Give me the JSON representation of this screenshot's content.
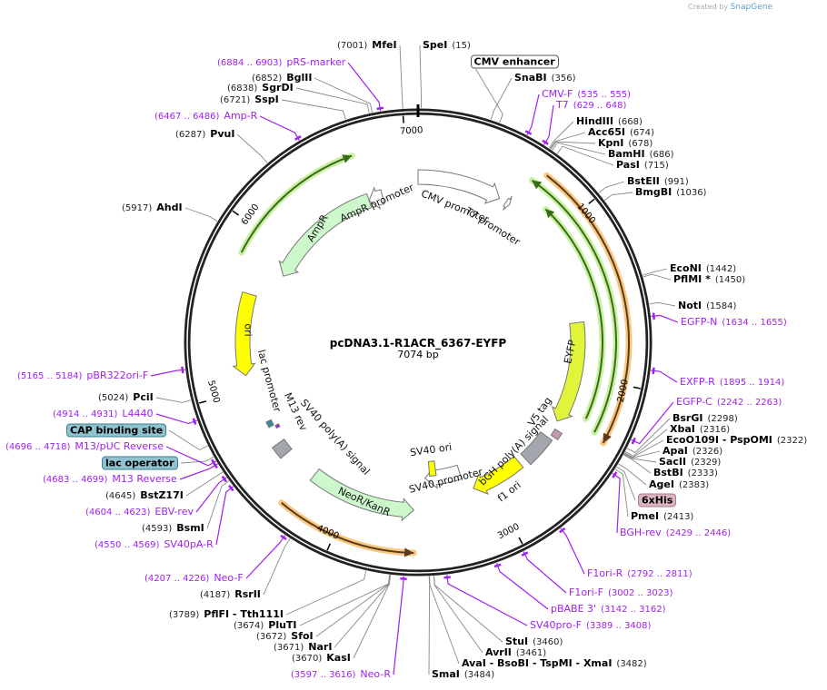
{
  "credit": {
    "prefix": "Created by",
    "brand": "SnapGene"
  },
  "plasmid": {
    "name": "pcDNA3.1-R1ACR_6367-EYFP",
    "length_label": "7074 bp",
    "length": 7074
  },
  "colors": {
    "backbone": "#222222",
    "enzyme_line": "#888888",
    "primer": "#a020f0",
    "orange_glow": "#f8c880",
    "green_glow": "#c8f0a0"
  },
  "ticks": [
    "1000",
    "2000",
    "3000",
    "4000",
    "5000",
    "6000",
    "7000"
  ],
  "sites": [
    {
      "kind": "e",
      "name": "MfeI",
      "pos": "(7001)",
      "bp": 7001
    },
    {
      "kind": "e",
      "name": "SpeI",
      "pos": "(15)",
      "bp": 15
    },
    {
      "kind": "f",
      "name": "CMV enhancer",
      "bp": 400,
      "style": "plain"
    },
    {
      "kind": "e",
      "name": "SnaBI",
      "pos": "(356)",
      "bp": 356
    },
    {
      "kind": "p",
      "name": "CMV-F",
      "pos": "(535 .. 555)",
      "bp": 545
    },
    {
      "kind": "p",
      "name": "T7",
      "pos": "(629 .. 648)",
      "bp": 638
    },
    {
      "kind": "e",
      "name": "HindIII",
      "pos": "(668)",
      "bp": 668
    },
    {
      "kind": "e",
      "name": "Acc65I",
      "pos": "(674)",
      "bp": 674
    },
    {
      "kind": "e",
      "name": "KpnI",
      "pos": "(678)",
      "bp": 678
    },
    {
      "kind": "e",
      "name": "BamHI",
      "pos": "(686)",
      "bp": 686
    },
    {
      "kind": "e",
      "name": "PasI",
      "pos": "(715)",
      "bp": 715
    },
    {
      "kind": "e",
      "name": "BstEII",
      "pos": "(991)",
      "bp": 991
    },
    {
      "kind": "e",
      "name": "BmgBI",
      "pos": "(1036)",
      "bp": 1036
    },
    {
      "kind": "e",
      "name": "EcoNI",
      "pos": "(1442)",
      "bp": 1442
    },
    {
      "kind": "e",
      "name": "PflMI *",
      "pos": "(1450)",
      "bp": 1450
    },
    {
      "kind": "e",
      "name": "NotI",
      "pos": "(1584)",
      "bp": 1584
    },
    {
      "kind": "p",
      "name": "EGFP-N",
      "pos": "(1634 .. 1655)",
      "bp": 1644
    },
    {
      "kind": "p",
      "name": "EXFP-R",
      "pos": "(1895 .. 1914)",
      "bp": 1904
    },
    {
      "kind": "p",
      "name": "EGFP-C",
      "pos": "(2242 .. 2263)",
      "bp": 2252
    },
    {
      "kind": "e",
      "name": "BsrGI",
      "pos": "(2298)",
      "bp": 2298
    },
    {
      "kind": "e",
      "name": "XbaI",
      "pos": "(2316)",
      "bp": 2316
    },
    {
      "kind": "e",
      "name": "EcoO109I  - PspOMI",
      "pos": "(2322)",
      "bp": 2322
    },
    {
      "kind": "e",
      "name": "ApaI",
      "pos": "(2326)",
      "bp": 2326
    },
    {
      "kind": "e",
      "name": "SacII",
      "pos": "(2329)",
      "bp": 2329
    },
    {
      "kind": "e",
      "name": "BstBI",
      "pos": "(2333)",
      "bp": 2333
    },
    {
      "kind": "e",
      "name": "AgeI",
      "pos": "(2383)",
      "bp": 2383
    },
    {
      "kind": "f",
      "name": "6xHis",
      "bp": 2400,
      "style": "pink"
    },
    {
      "kind": "e",
      "name": "PmeI",
      "pos": "(2413)",
      "bp": 2413
    },
    {
      "kind": "p",
      "name": "BGH-rev",
      "pos": "(2429 .. 2446)",
      "bp": 2437
    },
    {
      "kind": "p",
      "name": "F1ori-R",
      "pos": "(2792 .. 2811)",
      "bp": 2801
    },
    {
      "kind": "p",
      "name": "F1ori-F",
      "pos": "(3002 .. 3023)",
      "bp": 3012
    },
    {
      "kind": "p",
      "name": "pBABE 3'",
      "pos": "(3142 .. 3162)",
      "bp": 3152
    },
    {
      "kind": "p",
      "name": "SV40pro-F",
      "pos": "(3389 .. 3408)",
      "bp": 3398
    },
    {
      "kind": "e",
      "name": "StuI",
      "pos": "(3460)",
      "bp": 3460
    },
    {
      "kind": "e",
      "name": "AvrII",
      "pos": "(3461)",
      "bp": 3461
    },
    {
      "kind": "e",
      "name": "AvaI  - BsoBI  - TspMI  - XmaI",
      "pos": "(3482)",
      "bp": 3482
    },
    {
      "kind": "e",
      "name": "SmaI",
      "pos": "(3484)",
      "bp": 3484
    },
    {
      "kind": "p",
      "name": "Neo-R",
      "pos": "(3597 .. 3616)",
      "bp": 3606
    },
    {
      "kind": "e",
      "name": "KasI",
      "pos": "(3670)",
      "bp": 3670
    },
    {
      "kind": "e",
      "name": "NarI",
      "pos": "(3671)",
      "bp": 3671
    },
    {
      "kind": "e",
      "name": "SfoI",
      "pos": "(3672)",
      "bp": 3672
    },
    {
      "kind": "e",
      "name": "PluTI",
      "pos": "(3674)",
      "bp": 3674
    },
    {
      "kind": "e",
      "name": "PflFI  - Tth111I",
      "pos": "(3789)",
      "bp": 3789
    },
    {
      "kind": "e",
      "name": "RsrII",
      "pos": "(4187)",
      "bp": 4187
    },
    {
      "kind": "p",
      "name": "Neo-F",
      "pos": "(4207 .. 4226)",
      "bp": 4216
    },
    {
      "kind": "p",
      "name": "SV40pA-R",
      "pos": "(4550 .. 4569)",
      "bp": 4559
    },
    {
      "kind": "e",
      "name": "BsmI",
      "pos": "(4593)",
      "bp": 4593
    },
    {
      "kind": "p",
      "name": "EBV-rev",
      "pos": "(4604 .. 4623)",
      "bp": 4613
    },
    {
      "kind": "e",
      "name": "BstZ17I",
      "pos": "(4645)",
      "bp": 4645
    },
    {
      "kind": "p",
      "name": "M13 Reverse",
      "pos": "(4683 .. 4699)",
      "bp": 4691
    },
    {
      "kind": "f",
      "name": "lac operator",
      "bp": 4730,
      "style": "teal"
    },
    {
      "kind": "p",
      "name": "M13/pUC Reverse",
      "pos": "(4696 .. 4718)",
      "bp": 4707
    },
    {
      "kind": "f",
      "name": "CAP binding site",
      "bp": 4790,
      "style": "teal"
    },
    {
      "kind": "p",
      "name": "L4440",
      "pos": "(4914 .. 4931)",
      "bp": 4922
    },
    {
      "kind": "e",
      "name": "PciI",
      "pos": "(5024)",
      "bp": 5024
    },
    {
      "kind": "p",
      "name": "pBR322ori-F",
      "pos": "(5165 .. 5184)",
      "bp": 5174
    },
    {
      "kind": "e",
      "name": "AhdI",
      "pos": "(5917)",
      "bp": 5917
    },
    {
      "kind": "e",
      "name": "PvuI",
      "pos": "(6287)",
      "bp": 6287
    },
    {
      "kind": "p",
      "name": "Amp-R",
      "pos": "(6467 .. 6486)",
      "bp": 6476
    },
    {
      "kind": "e",
      "name": "SspI",
      "pos": "(6721)",
      "bp": 6721
    },
    {
      "kind": "e",
      "name": "SgrDI",
      "pos": "(6838)",
      "bp": 6838
    },
    {
      "kind": "e",
      "name": "BglII",
      "pos": "(6852)",
      "bp": 6852
    },
    {
      "kind": "p",
      "name": "pRS-marker",
      "pos": "(6884 .. 6903)",
      "bp": 6893
    }
  ],
  "features": [
    {
      "name": "CMV promoter",
      "start": 0,
      "end": 580,
      "dir": "fwd",
      "color": "#ffffff"
    },
    {
      "name": "T7 promoter",
      "start": 630,
      "end": 660,
      "dir": "fwd",
      "color": "#ffffff"
    },
    {
      "name": "EYFP",
      "start": 1630,
      "end": 2350,
      "dir": "fwd",
      "color": "#e0f53a"
    },
    {
      "name": "V5 tag",
      "start": 2405,
      "end": 2455,
      "dir": "none",
      "color": "#c997b0"
    },
    {
      "name": "bGH poly(A) signal",
      "start": 2480,
      "end": 2700,
      "dir": "none",
      "color": "#a3a7ad"
    },
    {
      "name": "f1 ori",
      "start": 2750,
      "end": 3130,
      "dir": "fwd",
      "color": "#ffff00"
    },
    {
      "name": "SV40 promoter",
      "start": 3190,
      "end": 3480,
      "dir": "fwd",
      "color": "#ffffff"
    },
    {
      "name": "SV40 ori",
      "start": 3385,
      "end": 3440,
      "dir": "none",
      "color": "#ffff00"
    },
    {
      "name": "NeoR/KanR",
      "start": 3566,
      "end": 4283,
      "dir": "rev",
      "color": "#ccf8cc"
    },
    {
      "name": "SV40 poly(A) signal",
      "start": 4515,
      "end": 4600,
      "dir": "none",
      "color": "#a3a7ad"
    },
    {
      "name": "M13 rev",
      "start": 4690,
      "end": 4710,
      "dir": "none",
      "color": "#a020f0"
    },
    {
      "name": "lac promoter",
      "start": 4720,
      "end": 4760,
      "dir": "none",
      "color": "#3a8a9a"
    },
    {
      "name": "ori",
      "start": 5090,
      "end": 5620,
      "dir": "rev",
      "color": "#ffff00"
    },
    {
      "name": "AmpR",
      "start": 5820,
      "end": 6700,
      "dir": "rev",
      "color": "#ccf8cc"
    },
    {
      "name": "AmpR promoter",
      "start": 6700,
      "end": 6805,
      "dir": "rev",
      "color": "#ffffff"
    }
  ],
  "orfs": [
    {
      "start": 5836,
      "end": 6690,
      "dir": "fwd",
      "color": "#3a6a1a",
      "glow": "#c8f0a0"
    },
    {
      "start": 690,
      "end": 2300,
      "dir": "rev",
      "color": "#3a6a1a",
      "glow": "#c8f0a0"
    },
    {
      "start": 860,
      "end": 2250,
      "dir": "rev",
      "color": "#3a6a1a",
      "glow": "#c8f0a0"
    },
    {
      "start": 740,
      "end": 2330,
      "dir": "fwd",
      "color": "#5a3a1a",
      "glow": "#f8c880"
    },
    {
      "start": 3560,
      "end": 4330,
      "dir": "rev",
      "color": "#5a3a1a",
      "glow": "#f8c880"
    }
  ]
}
